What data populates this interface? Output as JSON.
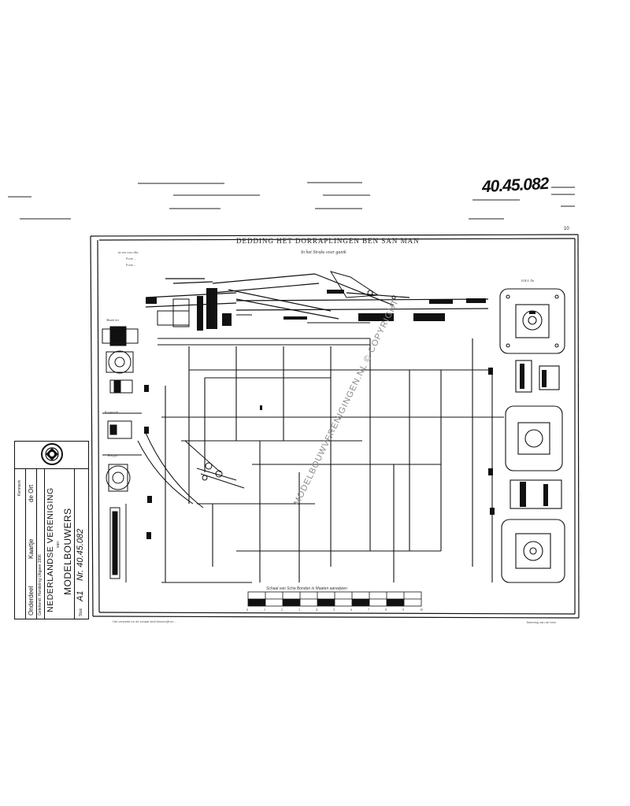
{
  "document": {
    "reference_number": "40.45.082",
    "sheet_title": "DEDDING HET DORRAPLINGEN BEN SAN MAN",
    "sheet_subtitle": "In het Straks voor ganik",
    "corner_mark": "10",
    "left_notes": [
      "as ven voor dito",
      "Form ...",
      "Form ..."
    ],
    "detail_labels": [
      "Maakt het",
      "Koupeerde",
      "Roeppa",
      "H.B.S. Da"
    ],
    "scale_caption": "Schaal van Scha Bonden is Maaten aanwijzen",
    "scale_marks": [
      "0",
      "1",
      "2",
      "3",
      "4",
      "5",
      "6",
      "7",
      "8",
      "9",
      "10"
    ],
    "footer_left": "Het verwerkt en de schaal stelt beschrijft en...",
    "footer_right": "Tekening van de heer",
    "watermark": "MODELBOUWVERENIGINGEN.NL © COPYRIGHT"
  },
  "title_block": {
    "header": "Kenmerk",
    "subject": "Onderdeel",
    "kind": "Kaartje",
    "scale": "de Ort",
    "drawing_note": "Getekend: Handeling  Uitgave 1996",
    "org_line1": "NEDERLANDSE VERENIGING",
    "org_van": "van",
    "org_line2": "MODELBOUWERS",
    "format_label": "Stuk",
    "format": "A1",
    "number": "Nr. 40.45.082",
    "logo_name": "NVM"
  }
}
